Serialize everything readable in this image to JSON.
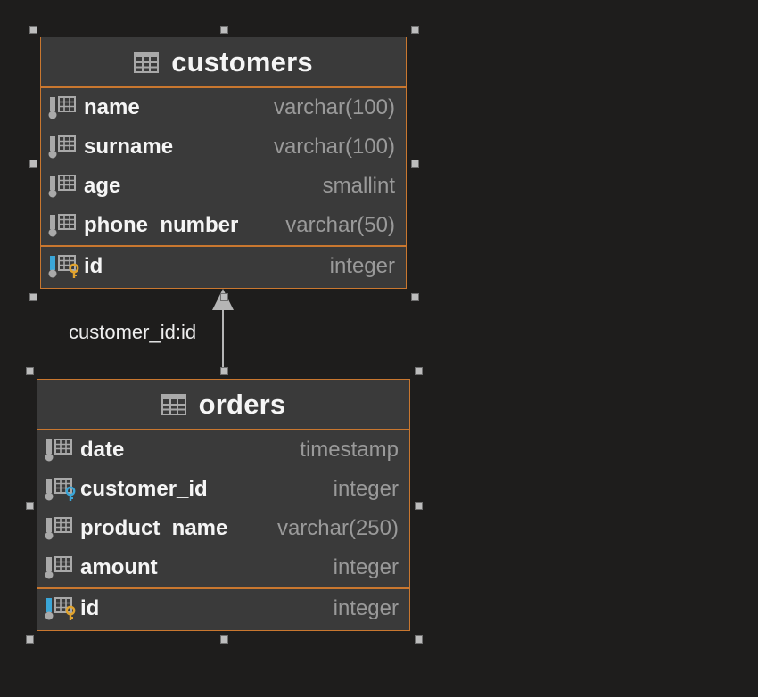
{
  "tables": {
    "customers": {
      "name": "customers",
      "columns": [
        {
          "name": "name",
          "type": "varchar(100)",
          "icon": "column-icon"
        },
        {
          "name": "surname",
          "type": "varchar(100)",
          "icon": "column-icon"
        },
        {
          "name": "age",
          "type": "smallint",
          "icon": "column-icon"
        },
        {
          "name": "phone_number",
          "type": "varchar(50)",
          "icon": "column-icon"
        }
      ],
      "primary_key": {
        "name": "id",
        "type": "integer",
        "icon": "primary-key-column-icon"
      }
    },
    "orders": {
      "name": "orders",
      "columns": [
        {
          "name": "date",
          "type": "timestamp",
          "icon": "column-icon"
        },
        {
          "name": "customer_id",
          "type": "integer",
          "icon": "foreign-key-column-icon"
        },
        {
          "name": "product_name",
          "type": "varchar(250)",
          "icon": "column-icon"
        },
        {
          "name": "amount",
          "type": "integer",
          "icon": "column-icon"
        }
      ],
      "primary_key": {
        "name": "id",
        "type": "integer",
        "icon": "primary-key-column-icon"
      }
    }
  },
  "relationship": {
    "label": "customer_id:id",
    "from": "orders",
    "to": "customers"
  },
  "colors": {
    "background": "#1e1d1c",
    "entity_fill": "#3a3a3a",
    "entity_border": "#c9772f",
    "column_type_text": "#9a9a9a",
    "primary_key": "#e0a32e",
    "foreign_key": "#3aa6d8",
    "column_icon": "#a9a9a9"
  }
}
